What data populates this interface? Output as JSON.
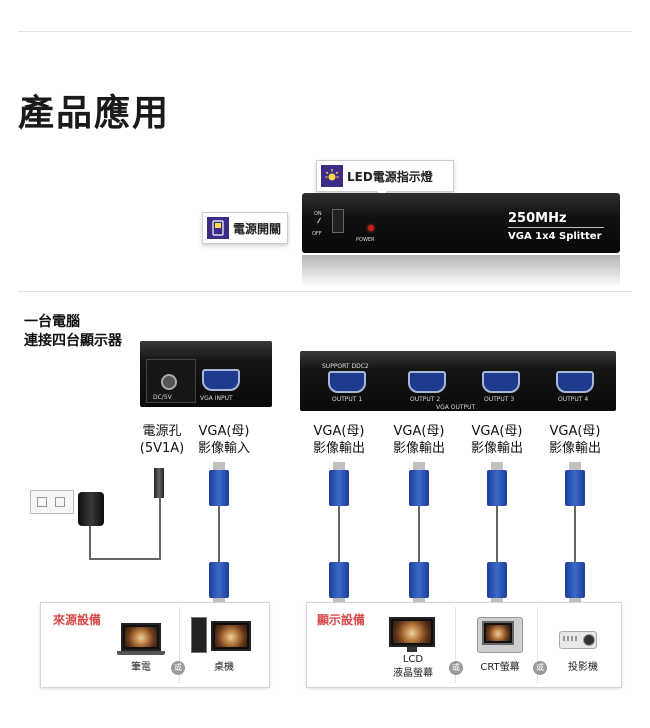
{
  "page": {
    "title": "產品應用",
    "colors": {
      "accent": "#d94b4b",
      "icon_bg": "#3b2d86",
      "vga_blue": "#1e3b8e"
    }
  },
  "callouts": {
    "led": {
      "label": "LED電源指示燈",
      "icon": "led-light-icon"
    },
    "power_switch": {
      "label": "電源開關",
      "icon": "power-switch-icon"
    }
  },
  "device_top": {
    "brand": "250MHz",
    "model": "VGA 1x4 Splitter",
    "on_label": "ON",
    "off_label": "OFF",
    "power_label": "POWER"
  },
  "section": {
    "heading_line1": "一台電腦",
    "heading_line2": "連接四台顯示器"
  },
  "device_left": {
    "dc_label": "DC/5V",
    "input_label": "VGA INPUT"
  },
  "device_right": {
    "support_label": "SUPPORT DDC2",
    "outputs": [
      "OUTPUT 1",
      "OUTPUT 2",
      "OUTPUT 3",
      "OUTPUT 4"
    ],
    "group_label": "VGA OUTPUT"
  },
  "ports": {
    "power_in": {
      "line1": "電源孔",
      "line2": "(5V1A)"
    },
    "vga_in": {
      "line1": "VGA(母)",
      "line2": "影像輸入"
    },
    "vga_out": {
      "line1": "VGA(母)",
      "line2": "影像輸出"
    }
  },
  "source_box": {
    "title": "來源設備",
    "laptop": "筆電",
    "or": "或",
    "desktop": "桌機"
  },
  "display_box": {
    "title": "顯示設備",
    "lcd_line1": "LCD",
    "lcd_line2": "液晶螢幕",
    "or": "或",
    "crt": "CRT螢幕",
    "projector": "投影機"
  }
}
